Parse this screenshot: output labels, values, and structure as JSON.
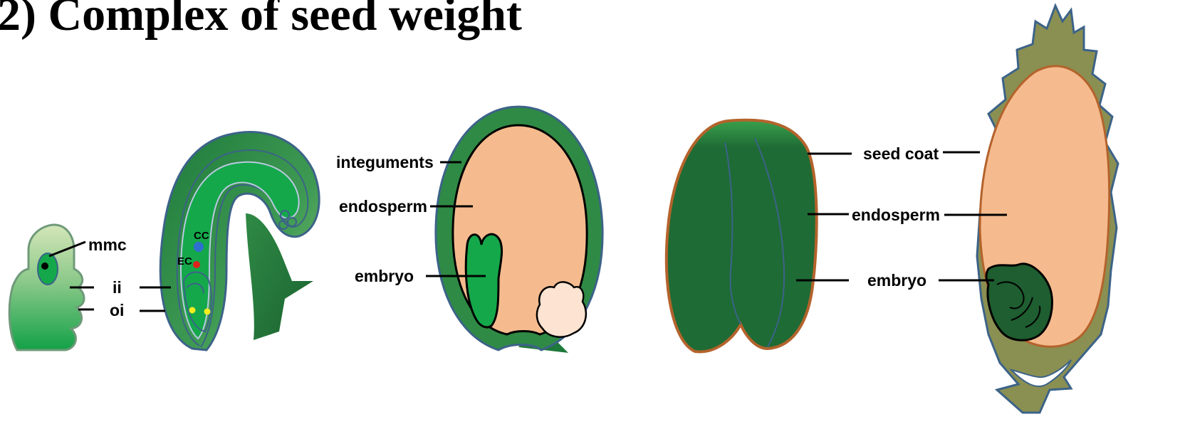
{
  "title": "2) Complex of seed weight",
  "labels": {
    "mmc": "mmc",
    "ii": "ii",
    "oi": "oi",
    "cc": "CC",
    "ec": "EC",
    "integuments": "integuments",
    "endosperm_1": "endosperm",
    "embryo_1": "embryo",
    "seed_coat": "seed coat",
    "endosperm_2": "endosperm",
    "embryo_2": "embryo"
  },
  "colors": {
    "bright_green": "#14a84b",
    "dark_green": "#1e6b35",
    "olive_green": "#8a8f52",
    "peach": "#f5bb8e",
    "outline_blue": "#3c6388",
    "coat_brown": "#b4632c",
    "cc_blue": "#2e6fd0",
    "ec_red": "#e0211b",
    "polar_yellow": "#f2ee1f"
  }
}
